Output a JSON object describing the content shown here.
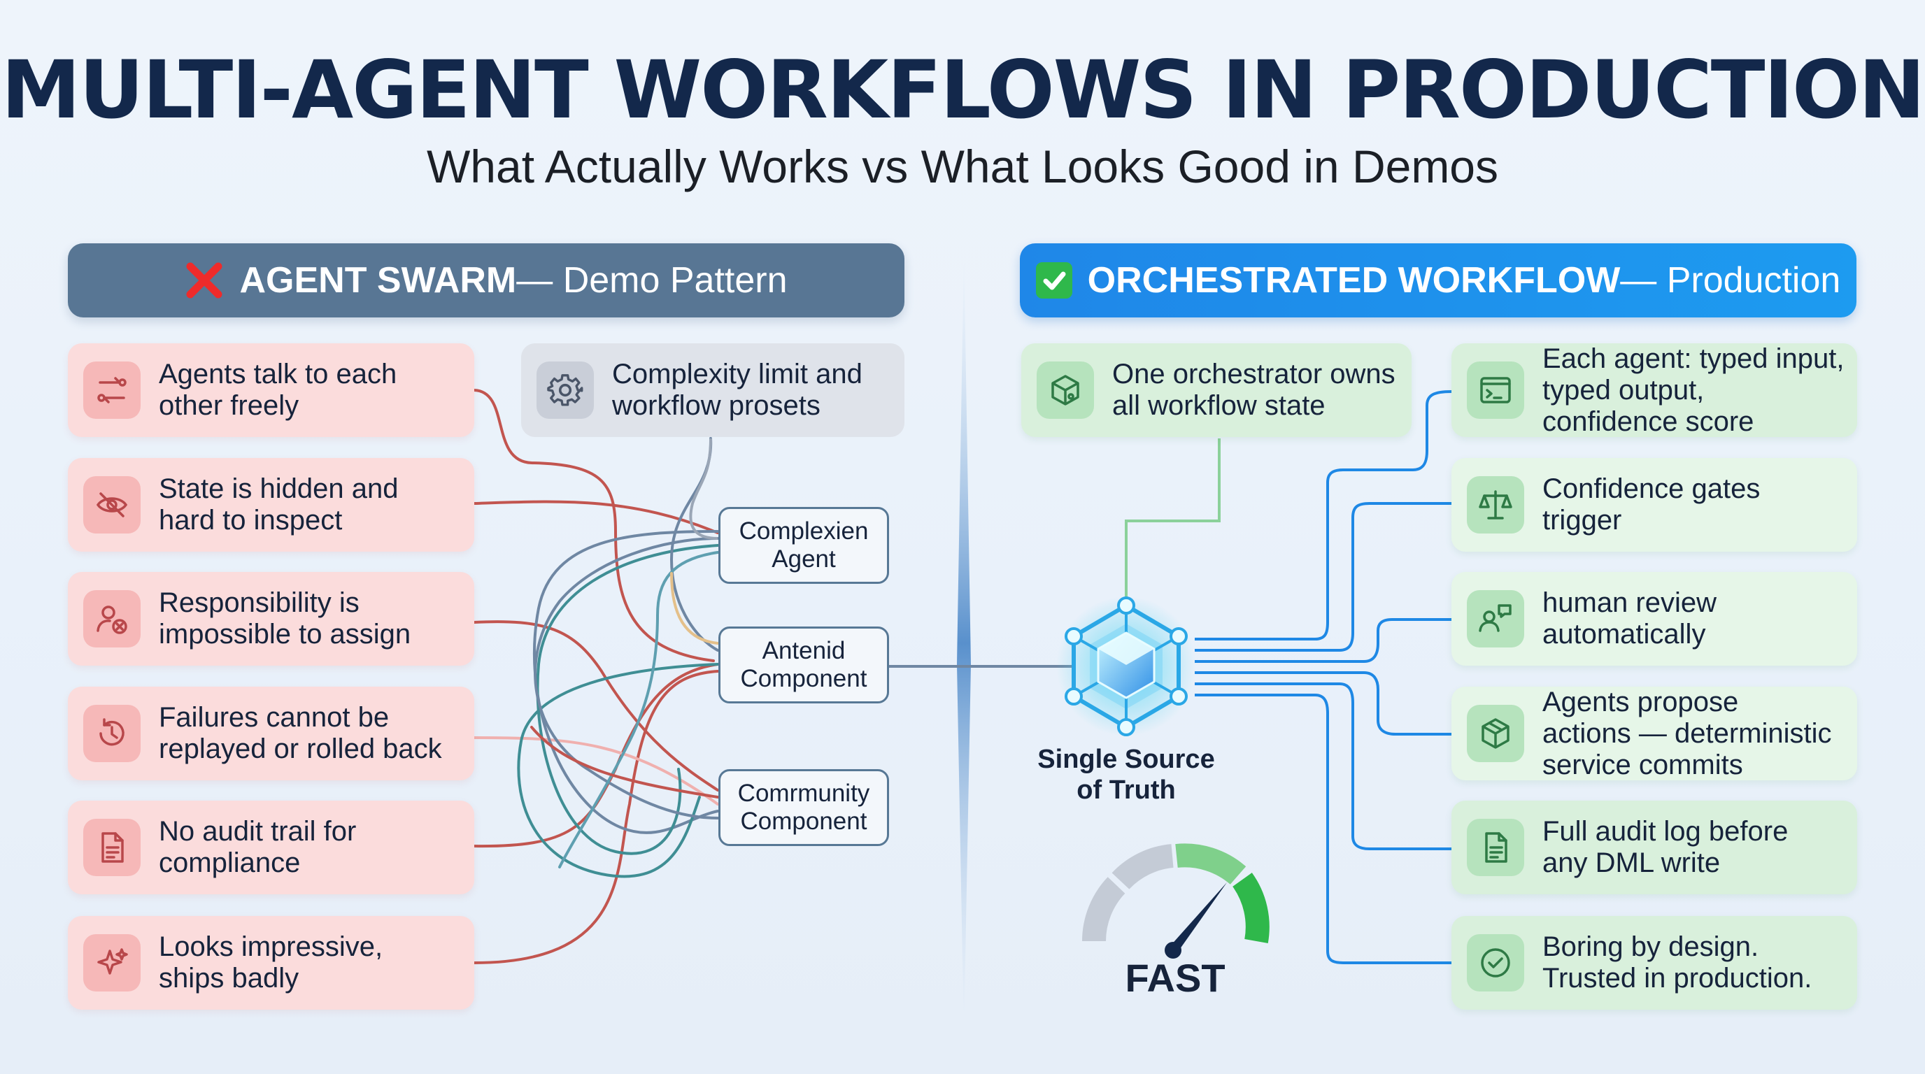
{
  "title": "MULTI-AGENT WORKFLOWS IN PRODUCTION",
  "subtitle": "What Actually Works vs What Looks Good in Demos",
  "left_banner": {
    "icon": "x-mark-icon",
    "bold": "AGENT SWARM",
    "rest": " — Demo Pattern"
  },
  "right_banner": {
    "icon": "checkmark-box-icon",
    "bold": "ORCHESTRATED WORKFLOW",
    "rest": " — Production"
  },
  "swarm_problems": [
    {
      "icon": "arrows-exchange-icon",
      "text": "Agents talk to each\nother freely"
    },
    {
      "icon": "eye-off-icon",
      "text": "State is hidden and\nhard to inspect"
    },
    {
      "icon": "user-x-icon",
      "text": "Responsibility is\nimpossible to assign"
    },
    {
      "icon": "history-icon",
      "text": "Failures cannot be\nreplayed or rolled back"
    },
    {
      "icon": "document-icon",
      "text": "No audit trail for\ncompliance"
    },
    {
      "icon": "sparkles-icon",
      "text": "Looks impressive,\nships badly"
    }
  ],
  "complexity_card": {
    "icon": "gear-icon",
    "text": "Complexity limit and\nworkflow prosets"
  },
  "swarm_nodes": [
    "Complexien\nAgent",
    "Antenid\nComponent",
    "Comrmunity\nComponent"
  ],
  "orchestrator_card": {
    "icon": "cube-icon",
    "text": "One orchestrator owns\nall workflow state"
  },
  "hub_label": "Single Source\nof Truth",
  "production_features": [
    {
      "icon": "terminal-window-icon",
      "text": "Each agent: typed input,\ntyped output,\nconfidence score"
    },
    {
      "icon": "scale-icon",
      "text": "Confidence gates\ntrigger"
    },
    {
      "icon": "users-chat-icon",
      "text": "human review\nautomatically"
    },
    {
      "icon": "box-icon",
      "text": "Agents propose\nactions — deterministic\nservice commits"
    },
    {
      "icon": "document-icon",
      "text": "Full audit log before\nany DML write"
    },
    {
      "icon": "check-circle-icon",
      "text": "Boring by design.\nTrusted in production."
    }
  ],
  "gauge_label": "FAST",
  "colors": {
    "navy": "#13284b",
    "swarm_banner": "#587694",
    "production_banner": "#1f87e8",
    "problem_card": "#fbdcdc",
    "feature_card": "#d9f0dc",
    "connector_blue": "#1e88e5",
    "connector_green": "#8bd19a",
    "tangle_red": "#c2554f",
    "tangle_teal": "#3f8e94",
    "tangle_slate": "#6f87a3"
  }
}
